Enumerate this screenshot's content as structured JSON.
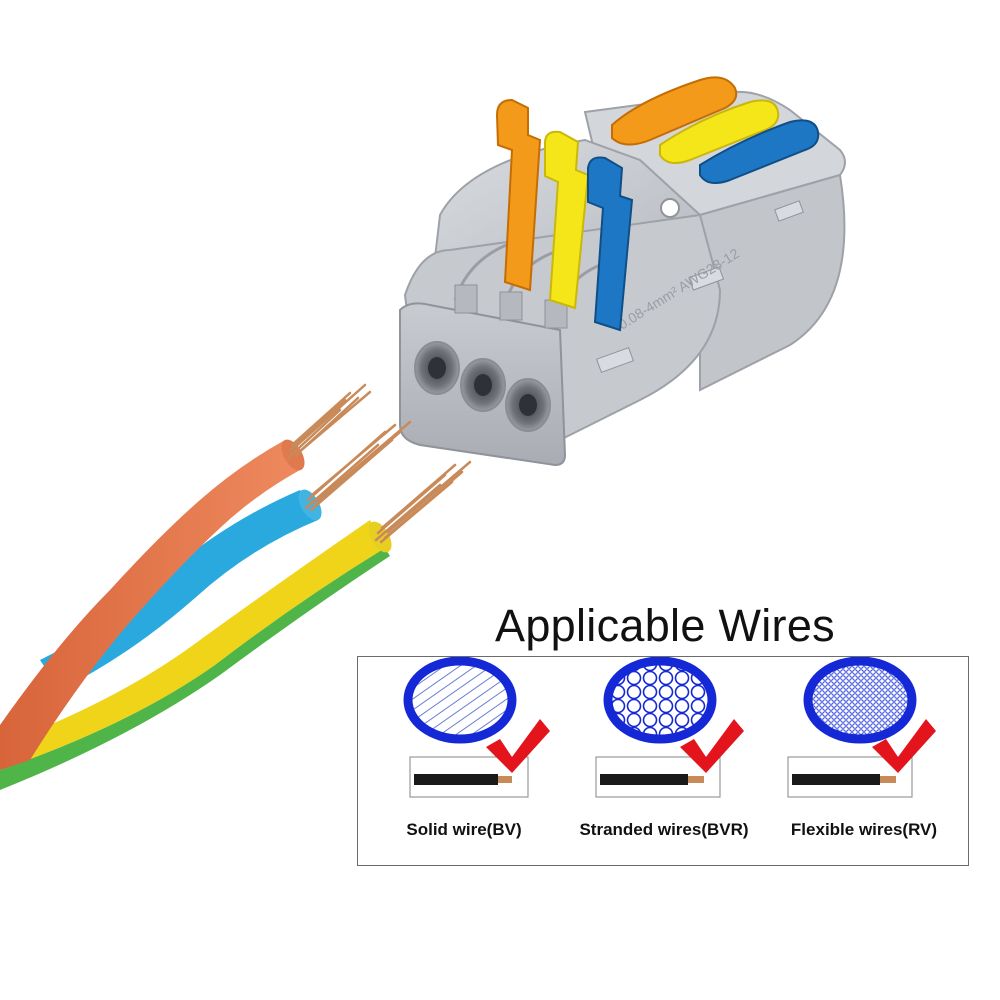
{
  "heading": "Applicable Wires",
  "product": {
    "marking": "0.08-4mm² AWG28-12"
  },
  "wire_types": [
    {
      "label": "Solid wire(BV)",
      "pattern": "hatch-lines"
    },
    {
      "label": "Stranded wires(BVR)",
      "pattern": "large-circles"
    },
    {
      "label": "Flexible wires(RV)",
      "pattern": "fine-mesh"
    }
  ],
  "colors": {
    "ring_blue": "#1428d6",
    "check_red": "#e3141c",
    "lever_orange": "#f39a1a",
    "lever_yellow": "#f5e61a",
    "lever_blue": "#1e77c4",
    "body_grey": "#c9ccd1",
    "wire_orange": "#e8764a",
    "wire_blue": "#2aa9de",
    "wire_yellow": "#f0d41a",
    "wire_green": "#4fb548",
    "copper": "#c98a5a"
  },
  "icons": [
    "checkmark-icon",
    "wire-cross-section-icon",
    "stripped-wire-icon"
  ]
}
